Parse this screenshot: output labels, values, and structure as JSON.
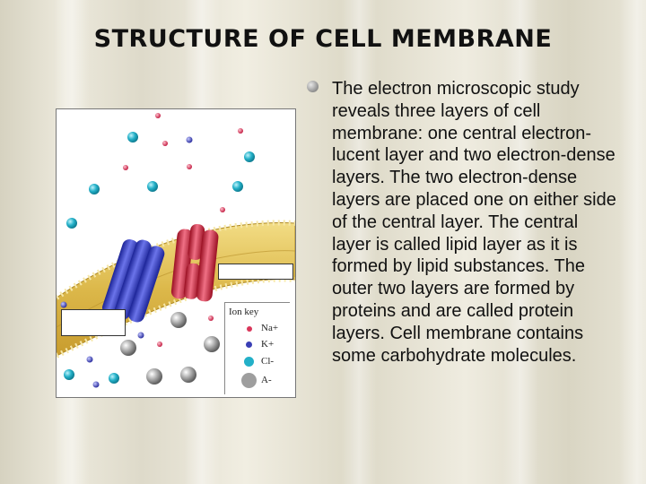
{
  "slide": {
    "title": "STRUCTURE OF CELL MEMBRANE",
    "bullet_text": "The electron microscopic study reveals three layers of cell membrane: one central electron-lucent layer and two electron-dense layers. The two electron-dense layers are placed one on either side of the central layer. The central layer is called lipid layer as it is formed by lipid substances. The outer two layers are formed by proteins and are called protein layers. Cell membrane contains some carbohydrate molecules."
  },
  "figure": {
    "ion_key_title": "Ion key",
    "ion_key": [
      {
        "label": "Na+",
        "color": "#d9365a"
      },
      {
        "label": "K+",
        "color": "#3a3fb5"
      },
      {
        "label": "Cl-",
        "color": "#23b0c8"
      },
      {
        "label": "A-",
        "color": "#9e9e9e"
      }
    ]
  },
  "colors": {
    "background": "#e6e3d4",
    "membrane": "#e2c052",
    "channel_blue": "#3340c8",
    "channel_red": "#d0243a"
  }
}
